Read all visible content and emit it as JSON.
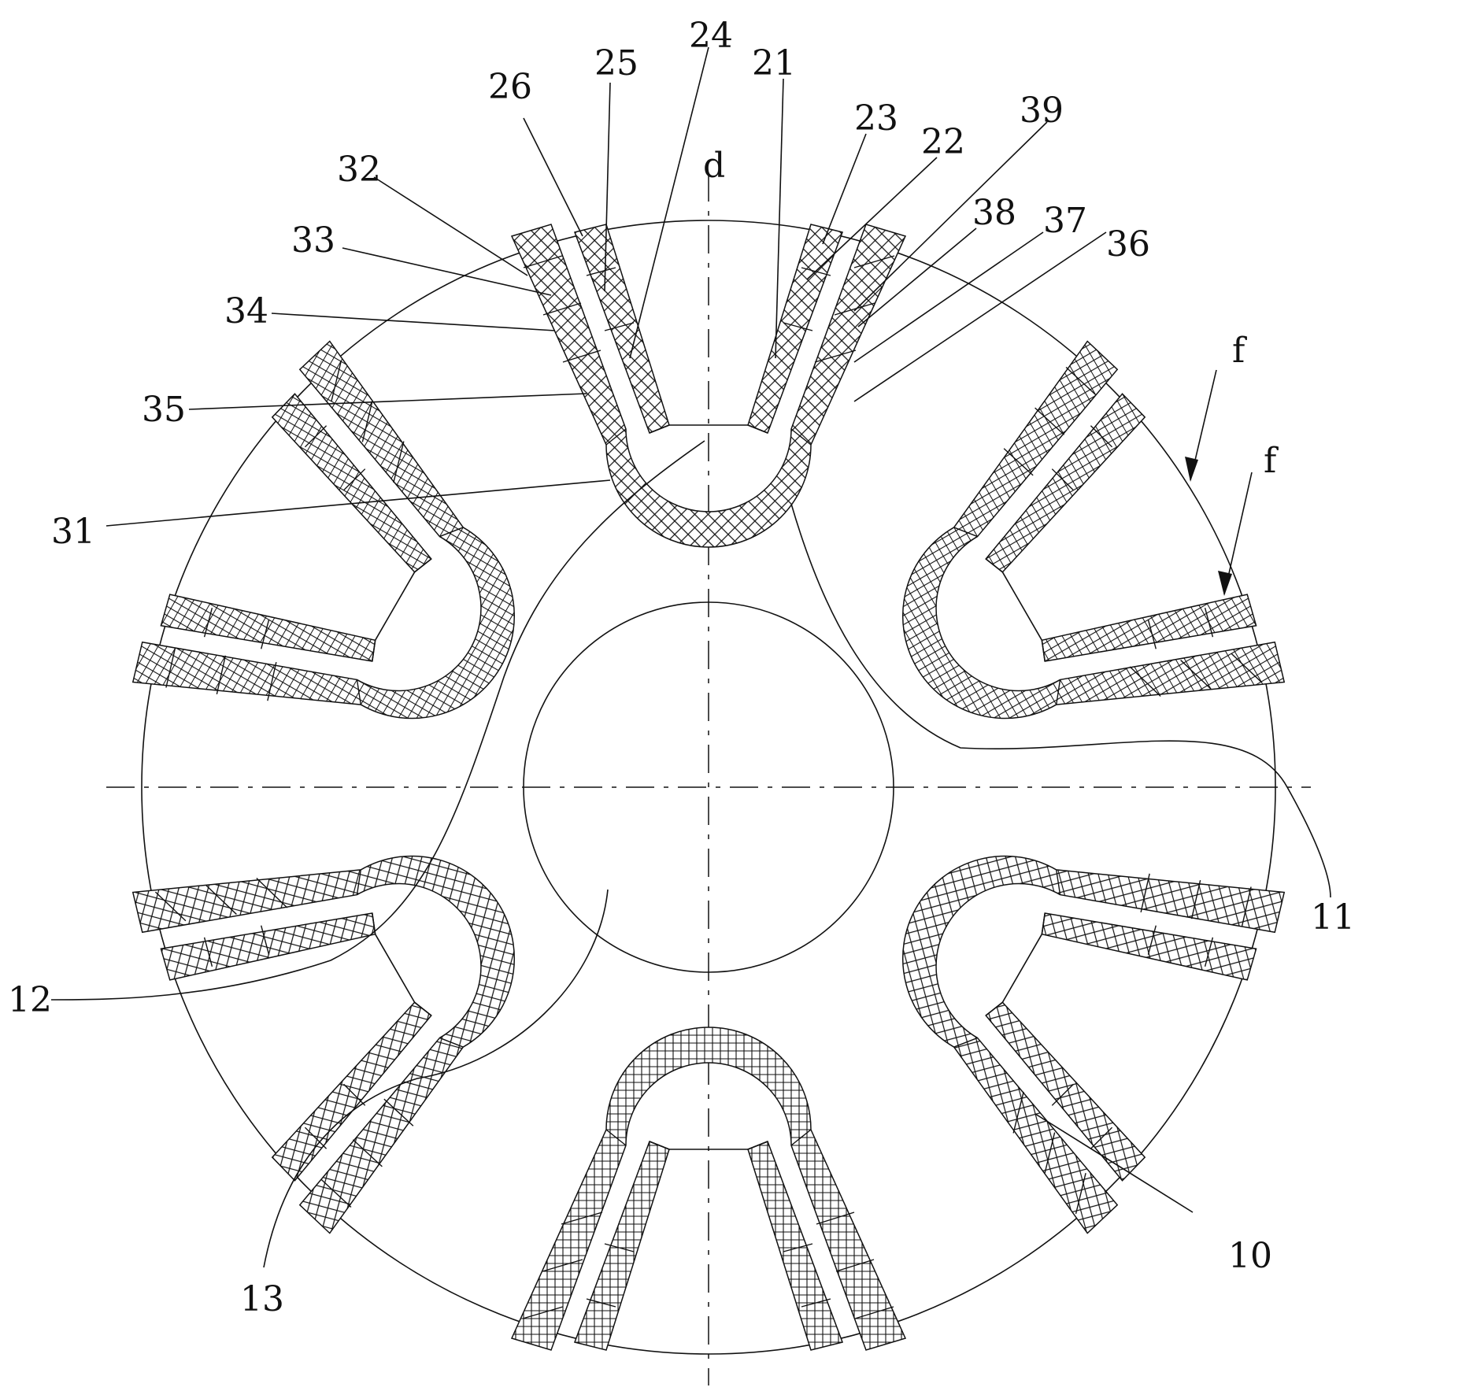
{
  "diagram": {
    "labels": {
      "l10": "10",
      "l11": "11",
      "l12": "12",
      "l13": "13",
      "l21": "21",
      "l22": "22",
      "l23": "23",
      "l24": "24",
      "l25": "25",
      "l26": "26",
      "l31": "31",
      "l32": "32",
      "l33": "33",
      "l34": "34",
      "l35": "35",
      "l36": "36",
      "l37": "37",
      "l38": "38",
      "l39": "39",
      "d": "d",
      "f1": "f",
      "f2": "f"
    },
    "poles": 6,
    "colors": {
      "line": "#111111",
      "background": "#ffffff"
    }
  }
}
